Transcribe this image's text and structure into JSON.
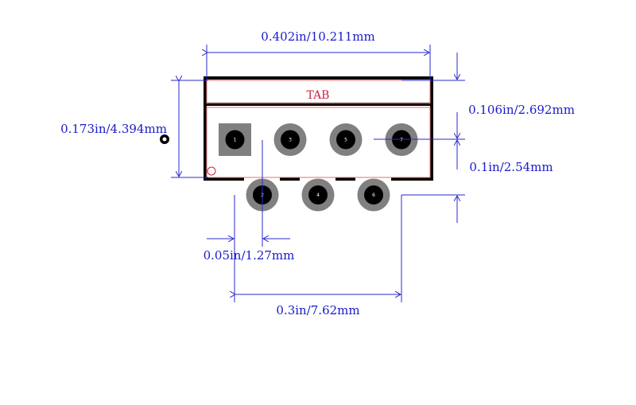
{
  "labels": {
    "width": "0.402in/10.211mm",
    "height": "0.173in/4.394mm",
    "tab_height": "0.106in/2.692mm",
    "row_pitch": "0.1in/2.54mm",
    "pin_pitch": "0.05in/1.27mm",
    "span": "0.3in/7.62mm",
    "tab": "TAB"
  },
  "pins": [
    {
      "label": "1",
      "shape": "square"
    },
    {
      "label": "3",
      "shape": "round"
    },
    {
      "label": "5",
      "shape": "round"
    },
    {
      "label": "7",
      "shape": "round"
    },
    {
      "label": "2",
      "shape": "round"
    },
    {
      "label": "4",
      "shape": "round"
    },
    {
      "label": "6",
      "shape": "round"
    }
  ],
  "colors": {
    "dimension": "#2a2acc",
    "outline": "#000000",
    "pad": "#808080",
    "drill": "#000000",
    "tab_text": "#cc2244"
  }
}
